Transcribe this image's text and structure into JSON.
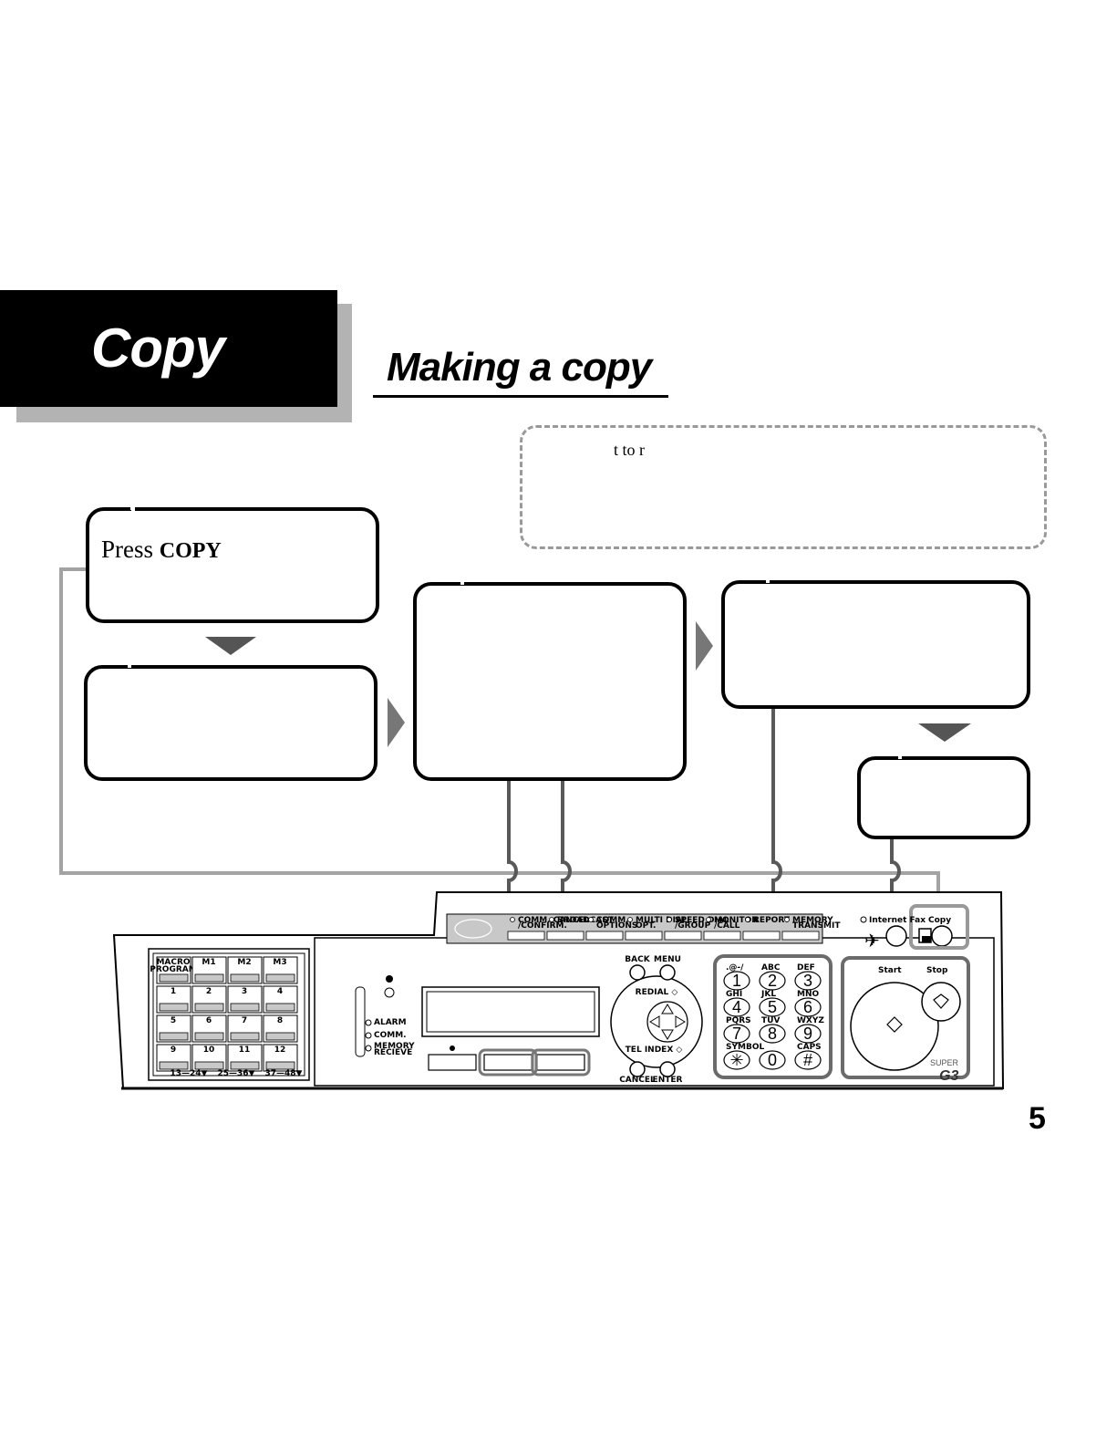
{
  "section": {
    "title": "Copy"
  },
  "heading": "Making a copy",
  "note": {
    "text": "t to r"
  },
  "step1": {
    "text_prefix": "Press ",
    "key": "COPY"
  },
  "panel": {
    "one_touch_labels": [
      "MACRO PROGRAM",
      "M1",
      "M2",
      "M3",
      "1",
      "2",
      "3",
      "4",
      "5",
      "6",
      "7",
      "8",
      "9",
      "10",
      "11",
      "12"
    ],
    "one_touch_footer": [
      "13—24▼",
      "25—36▼",
      "37—48▼"
    ],
    "function_keys": [
      "COMM. CANCEL /CONFIRM.",
      "BROADCAST",
      "COMM. OPTIONS",
      "MULTI DIAL OPT.",
      "SPEED DIAL /GROUP",
      "MONITOR /CALL",
      "REPORT",
      "MEMORY TRANSMIT"
    ],
    "indicators": [
      "ALARM",
      "COMM.",
      "MEMORY RECIEVE"
    ],
    "nav_labels": {
      "back": "BACK",
      "menu": "MENU",
      "redial": "REDIAL ◇",
      "tel_index": "TEL INDEX ◇",
      "cancel": "CANCEL",
      "enter": "ENTER"
    },
    "keypad": [
      {
        "label": ".@-/",
        "key": "1"
      },
      {
        "label": "ABC",
        "key": "2"
      },
      {
        "label": "DEF",
        "key": "3"
      },
      {
        "label": "GHI",
        "key": "4"
      },
      {
        "label": "JKL",
        "key": "5"
      },
      {
        "label": "MNO",
        "key": "6"
      },
      {
        "label": "PQRS",
        "key": "7"
      },
      {
        "label": "TUV",
        "key": "8"
      },
      {
        "label": "WXYZ",
        "key": "9"
      },
      {
        "label": "SYMBOL",
        "key": "✳"
      },
      {
        "label": "",
        "key": "0"
      },
      {
        "label": "CAPS",
        "key": "#"
      }
    ],
    "internet_fax": "Internet Fax",
    "copy": "Copy",
    "start": "Start",
    "stop": "Stop",
    "badge_super": "SUPER",
    "badge_g3": "G3"
  },
  "page_number": "5"
}
